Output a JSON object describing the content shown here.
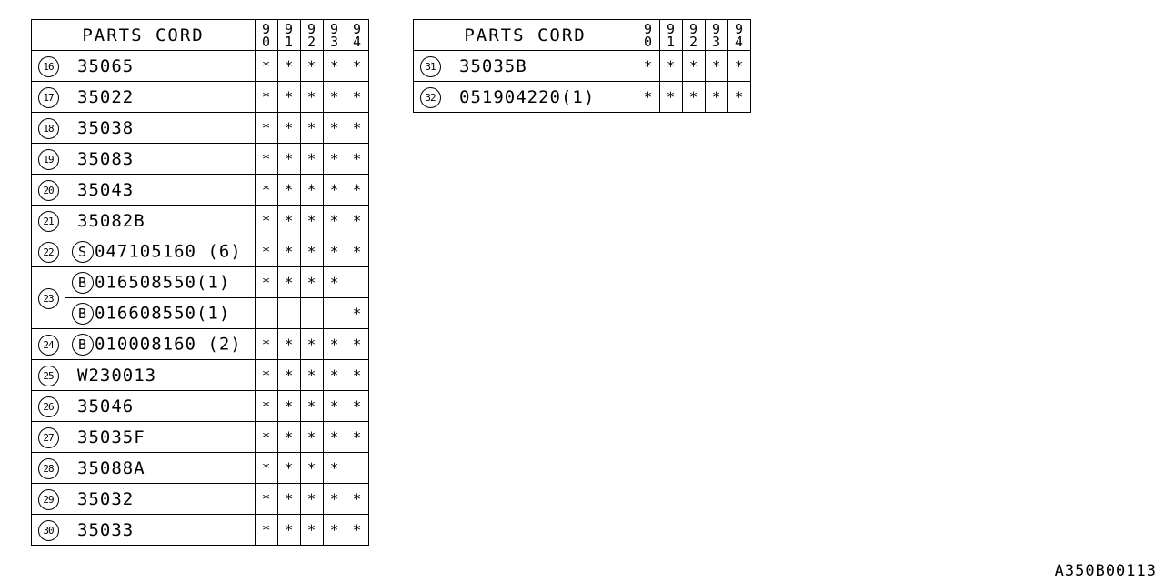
{
  "header_label": "PARTS CORD",
  "years": [
    [
      "9",
      "0"
    ],
    [
      "9",
      "1"
    ],
    [
      "9",
      "2"
    ],
    [
      "9",
      "3"
    ],
    [
      "9",
      "4"
    ]
  ],
  "tables": [
    {
      "rows": [
        {
          "num": "16",
          "prefix": "",
          "code": "35065",
          "marks": [
            "*",
            "*",
            "*",
            "*",
            "*"
          ]
        },
        {
          "num": "17",
          "prefix": "",
          "code": "35022",
          "marks": [
            "*",
            "*",
            "*",
            "*",
            "*"
          ]
        },
        {
          "num": "18",
          "prefix": "",
          "code": "35038",
          "marks": [
            "*",
            "*",
            "*",
            "*",
            "*"
          ]
        },
        {
          "num": "19",
          "prefix": "",
          "code": "35083",
          "marks": [
            "*",
            "*",
            "*",
            "*",
            "*"
          ]
        },
        {
          "num": "20",
          "prefix": "",
          "code": "35043",
          "marks": [
            "*",
            "*",
            "*",
            "*",
            "*"
          ]
        },
        {
          "num": "21",
          "prefix": "",
          "code": "35082B",
          "marks": [
            "*",
            "*",
            "*",
            "*",
            "*"
          ]
        },
        {
          "num": "22",
          "prefix": "S",
          "code": "047105160 (6)",
          "marks": [
            "*",
            "*",
            "*",
            "*",
            "*"
          ]
        },
        {
          "num": "23",
          "prefix": "B",
          "code": "016508550(1)",
          "marks": [
            "*",
            "*",
            "*",
            "*",
            ""
          ],
          "span": 2
        },
        {
          "num": "",
          "prefix": "B",
          "code": "016608550(1)",
          "marks": [
            "",
            "",
            "",
            "",
            "*"
          ],
          "cont": true
        },
        {
          "num": "24",
          "prefix": "B",
          "code": "010008160 (2)",
          "marks": [
            "*",
            "*",
            "*",
            "*",
            "*"
          ]
        },
        {
          "num": "25",
          "prefix": "",
          "code": "W230013",
          "marks": [
            "*",
            "*",
            "*",
            "*",
            "*"
          ]
        },
        {
          "num": "26",
          "prefix": "",
          "code": "35046",
          "marks": [
            "*",
            "*",
            "*",
            "*",
            "*"
          ]
        },
        {
          "num": "27",
          "prefix": "",
          "code": "35035F",
          "marks": [
            "*",
            "*",
            "*",
            "*",
            "*"
          ]
        },
        {
          "num": "28",
          "prefix": "",
          "code": "35088A",
          "marks": [
            "*",
            "*",
            "*",
            "*",
            ""
          ]
        },
        {
          "num": "29",
          "prefix": "",
          "code": "35032",
          "marks": [
            "*",
            "*",
            "*",
            "*",
            "*"
          ]
        },
        {
          "num": "30",
          "prefix": "",
          "code": "35033",
          "marks": [
            "*",
            "*",
            "*",
            "*",
            "*"
          ]
        }
      ]
    },
    {
      "rows": [
        {
          "num": "31",
          "prefix": "",
          "code": "35035B",
          "marks": [
            "*",
            "*",
            "*",
            "*",
            "*"
          ]
        },
        {
          "num": "32",
          "prefix": "",
          "code": "051904220(1)",
          "marks": [
            "*",
            "*",
            "*",
            "*",
            "*"
          ]
        }
      ]
    }
  ],
  "footer_code": "A350B00113"
}
